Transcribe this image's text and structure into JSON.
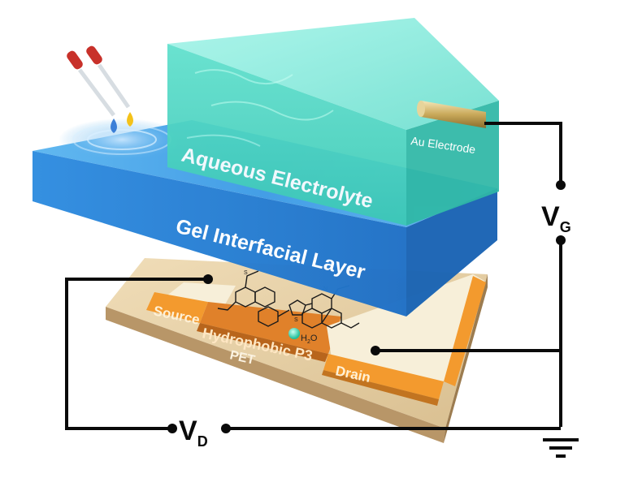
{
  "labels": {
    "electrolyte": "Aqueous Electrolyte",
    "gel_layer": "Gel Interfacial Layer",
    "electrode": "Au Electrode",
    "source": "Source",
    "drain": "Drain",
    "channel": "Hydrophobic P3",
    "substrate": "PET",
    "water_main": "H",
    "water_sub": "2",
    "water_end": "O",
    "vg_main": "V",
    "vg_sub": "G",
    "vd_main": "V",
    "vd_sub": "D"
  },
  "colors": {
    "electrolyte_top": "#8ff0e4",
    "electrolyte_front": "#4fd6c4",
    "electrolyte_side": "#2fb8a6",
    "gel_top": "#4aa8e8",
    "gel_front": "#2a86d8",
    "gel_side": "#1a64b4",
    "substrate_top": "#e6cfa6",
    "substrate_front": "#b89668",
    "substrate_side": "#9c7c50",
    "electrode_contact": "#f39a2e",
    "gold_contact": "#f7efd9",
    "channel": "#e0812a",
    "wire": "#0a0a0a",
    "pipette_bulb": "#c8312a",
    "drop_blue": "#3b7fd8",
    "drop_yellow": "#f4c21a"
  },
  "icons": [
    "pipette-icon",
    "ground-icon",
    "water-molecule-icon",
    "polymer-structure-icon"
  ]
}
